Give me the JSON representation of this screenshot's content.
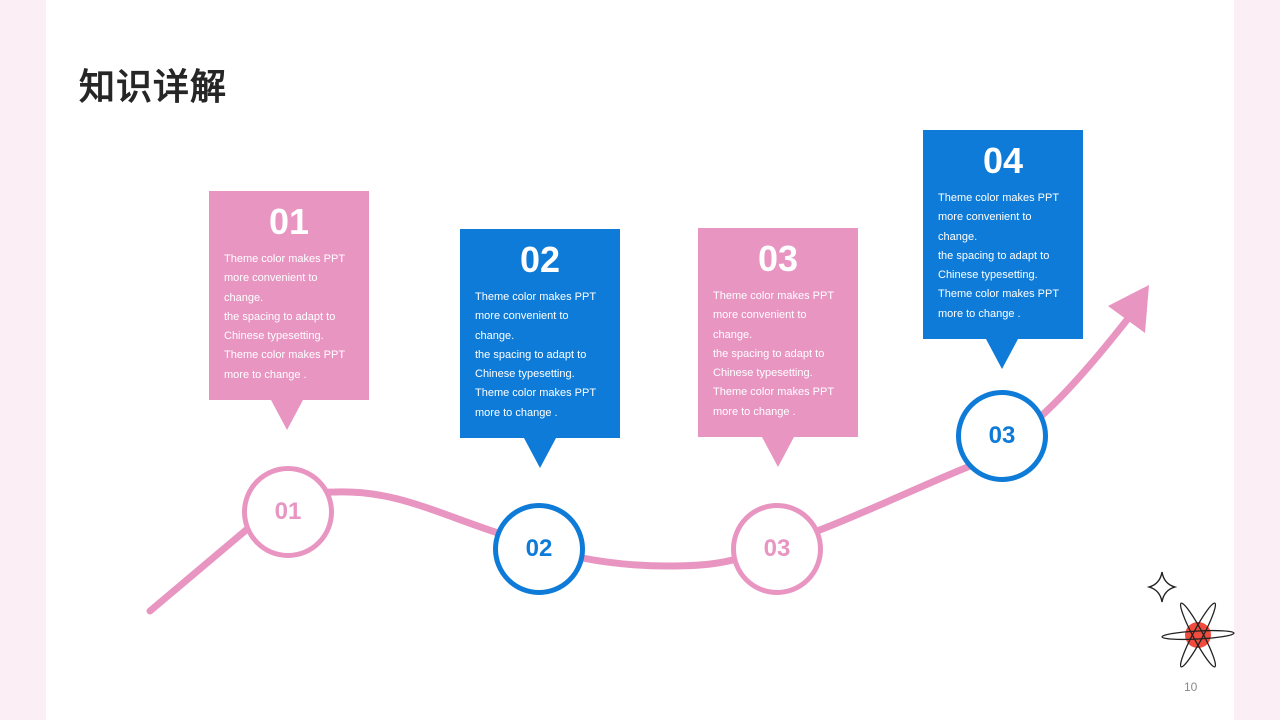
{
  "slide": {
    "title": "知识详解",
    "page_number": "10"
  },
  "cards": [
    {
      "number": "01",
      "text": "Theme  color makes PPT\nmore convenient to change.\nthe spacing to adapt to\nChinese typesetting.\nTheme  color makes PPT\nmore to change ."
    },
    {
      "number": "02",
      "text": "Theme  color makes PPT\nmore convenient to change.\nthe spacing to adapt to\nChinese typesetting.\nTheme  color makes PPT\nmore to change ."
    },
    {
      "number": "03",
      "text": "Theme  color makes PPT\nmore convenient to change.\nthe spacing to adapt to\nChinese typesetting.\nTheme  color makes PPT\nmore to change ."
    },
    {
      "number": "04",
      "text": "Theme  color makes PPT\nmore convenient to change.\nthe spacing to adapt to\nChinese typesetting.\nTheme  color makes PPT\nmore to change ."
    }
  ],
  "milestones": [
    "01",
    "02",
    "03",
    "03"
  ],
  "colors": {
    "pink": "#e895c2",
    "blue": "#0d7bd7",
    "title": "#262626",
    "accent_dot": "#f04b3c"
  },
  "decorations": [
    "sparkle-icon",
    "atom-icon"
  ]
}
